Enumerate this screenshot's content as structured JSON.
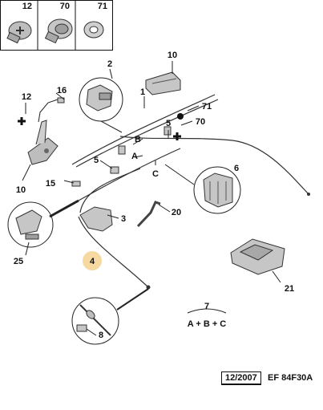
{
  "fastener_table": [
    {
      "ref": "12",
      "icon": "torx-screw-icon"
    },
    {
      "ref": "70",
      "icon": "flange-screw-icon"
    },
    {
      "ref": "71",
      "icon": "washer-icon"
    }
  ],
  "callouts": {
    "c1": "1",
    "c2": "2",
    "c3": "3",
    "c4": "4",
    "c5a": "5",
    "c5b": "5",
    "c6": "6",
    "c7": "7",
    "c8": "8",
    "c10a": "10",
    "c10b": "10",
    "c12": "12",
    "c15": "15",
    "c16": "16",
    "c20": "20",
    "c21": "21",
    "c25": "25",
    "c70": "70",
    "c71": "71"
  },
  "junctions": {
    "a": "A",
    "b": "B",
    "c": "C"
  },
  "kit_formula": "A + B + C",
  "footer": {
    "date": "12/2007",
    "code": "EF 84F30A"
  },
  "colors": {
    "highlight": "#f5d9a0",
    "ink": "#222222",
    "part_fill": "#bdbdbd"
  }
}
